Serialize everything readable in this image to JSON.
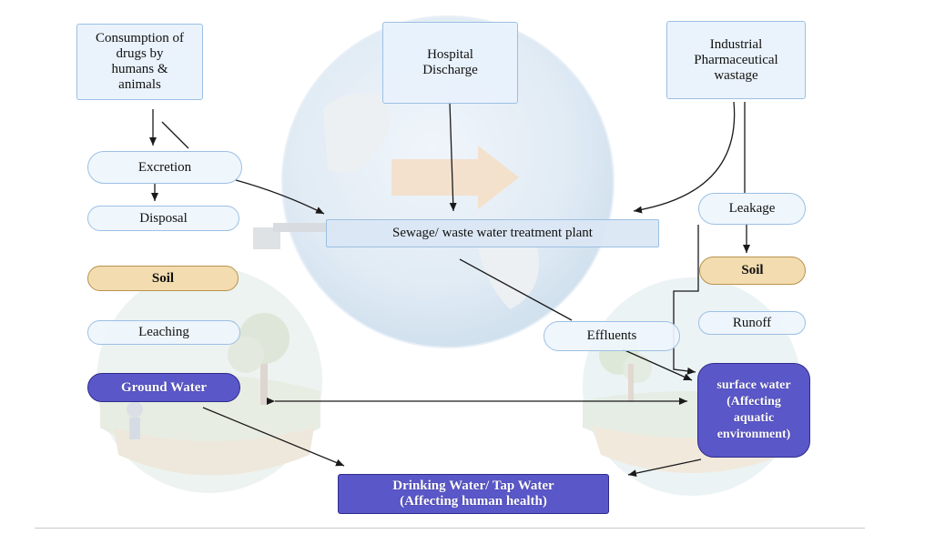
{
  "nodes": {
    "consumption": "Consumption of\ndrugs by\nhumans &\nanimals",
    "hospital": "Hospital\nDischarge",
    "industrial": "Industrial\nPharmaceutical\nwastage",
    "excretion": "Excretion",
    "disposal": "Disposal",
    "treatment_plant": "Sewage/ waste water treatment plant",
    "leakage": "Leakage",
    "soil_left": "Soil",
    "soil_right": "Soil",
    "leaching": "Leaching",
    "runoff": "Runoff",
    "effluents": "Effluents",
    "ground_water": "Ground Water",
    "surface_water": "surface water\n(Affecting\naquatic\nenvironment)",
    "drinking_water": "Drinking Water/ Tap Water\n(Affecting human health)"
  },
  "colors": {
    "box_fill": "#e8f2fc",
    "box_border": "#9cc0e3",
    "soil_fill": "#f3ddb0",
    "water_fill": "#5a57c9",
    "arrow": "#1a1a1a"
  }
}
